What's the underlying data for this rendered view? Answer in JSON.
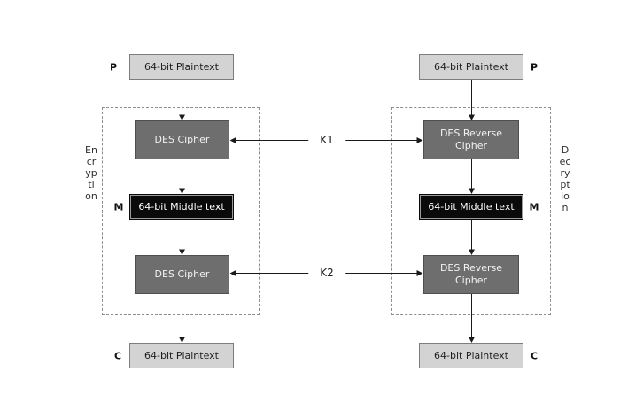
{
  "diagram": {
    "encryption": {
      "side_label": "Encryption",
      "input_tag": "P",
      "input_box": "64-bit Plaintext",
      "cipher_top": "DES Cipher",
      "middle_tag": "M",
      "middle_box": "64-bit Middle text",
      "cipher_bottom": "DES Cipher",
      "output_tag": "C",
      "output_box": "64-bit Plaintext"
    },
    "decryption": {
      "side_label": "Decryption",
      "input_tag": "P",
      "input_box": "64-bit Plaintext",
      "cipher_top": "DES Reverse Cipher",
      "middle_tag": "M",
      "middle_box": "64-bit Middle text",
      "cipher_bottom": "DES Reverse Cipher",
      "output_tag": "C",
      "output_box": "64-bit Plaintext"
    },
    "keys": {
      "k1": "K1",
      "k2": "K2"
    },
    "colors": {
      "light_box_fill": "#d3d3d3",
      "light_box_border": "#7d7d7d",
      "dark_box_fill": "#6e6e6e",
      "dark_box_border": "#4f4f4f",
      "black_box_fill": "#0a0a0a",
      "black_box_inner_outline": "#9a9a9a",
      "dashed_frame": "#8c8c8c",
      "line": "#1a1a1a"
    }
  }
}
